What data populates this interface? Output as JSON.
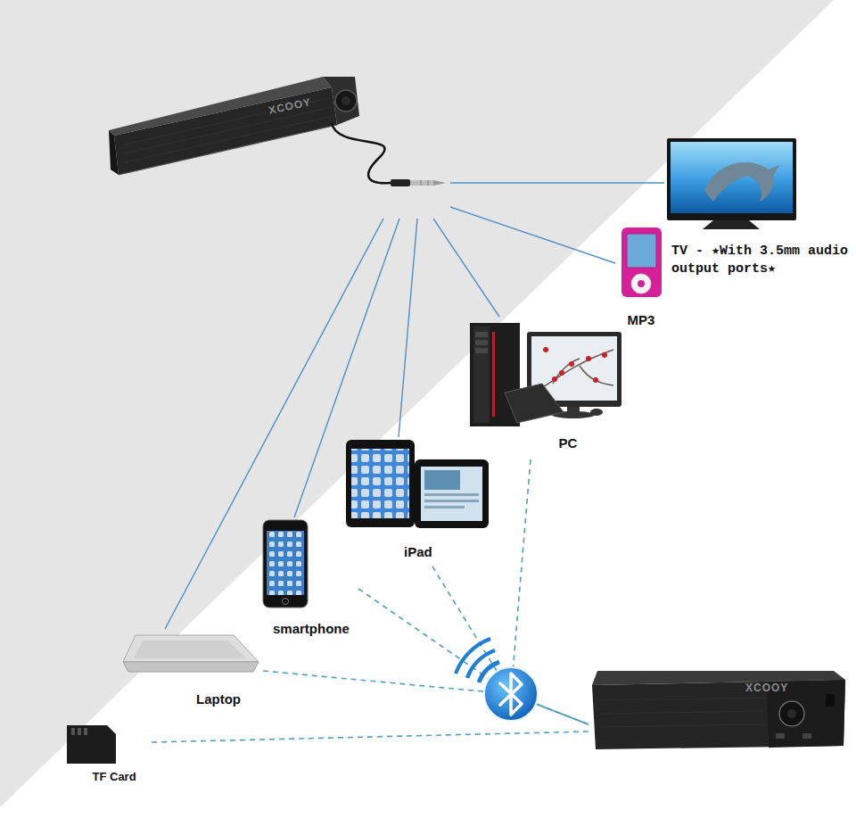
{
  "diagram": {
    "nodes": [
      {
        "text": [
          "XCOOY"
        ]
      },
      {
        "text": [
          "TV - ★With 3.5mm audio output ports★"
        ]
      },
      {
        "text": [
          "MP3"
        ]
      },
      {
        "text": [
          "PC"
        ]
      },
      {
        "text": [
          "iPad"
        ]
      },
      {
        "text": [
          "smartphone"
        ]
      },
      {
        "text": [
          "Laptop"
        ]
      },
      {
        "text": [
          "XCOOY"
        ]
      },
      {
        "text": [
          "TF Card"
        ]
      }
    ],
    "edges": [
      {
        "from": 0,
        "to": 1,
        "arrow": "none"
      },
      {
        "from": 0,
        "to": 2,
        "arrow": "none"
      },
      {
        "from": 0,
        "to": 3,
        "arrow": "none"
      },
      {
        "from": 0,
        "to": 4,
        "arrow": "none"
      },
      {
        "from": 0,
        "to": 5,
        "arrow": "none"
      },
      {
        "from": 0,
        "to": 6,
        "arrow": "none"
      },
      {
        "from": 5,
        "to": 7,
        "arrow": "none"
      },
      {
        "from": 4,
        "to": 7,
        "arrow": "none"
      },
      {
        "from": 3,
        "to": 7,
        "arrow": "none"
      },
      {
        "from": 6,
        "to": 7,
        "arrow": "none"
      },
      {
        "from": 8,
        "to": 7,
        "arrow": "none"
      }
    ]
  }
}
